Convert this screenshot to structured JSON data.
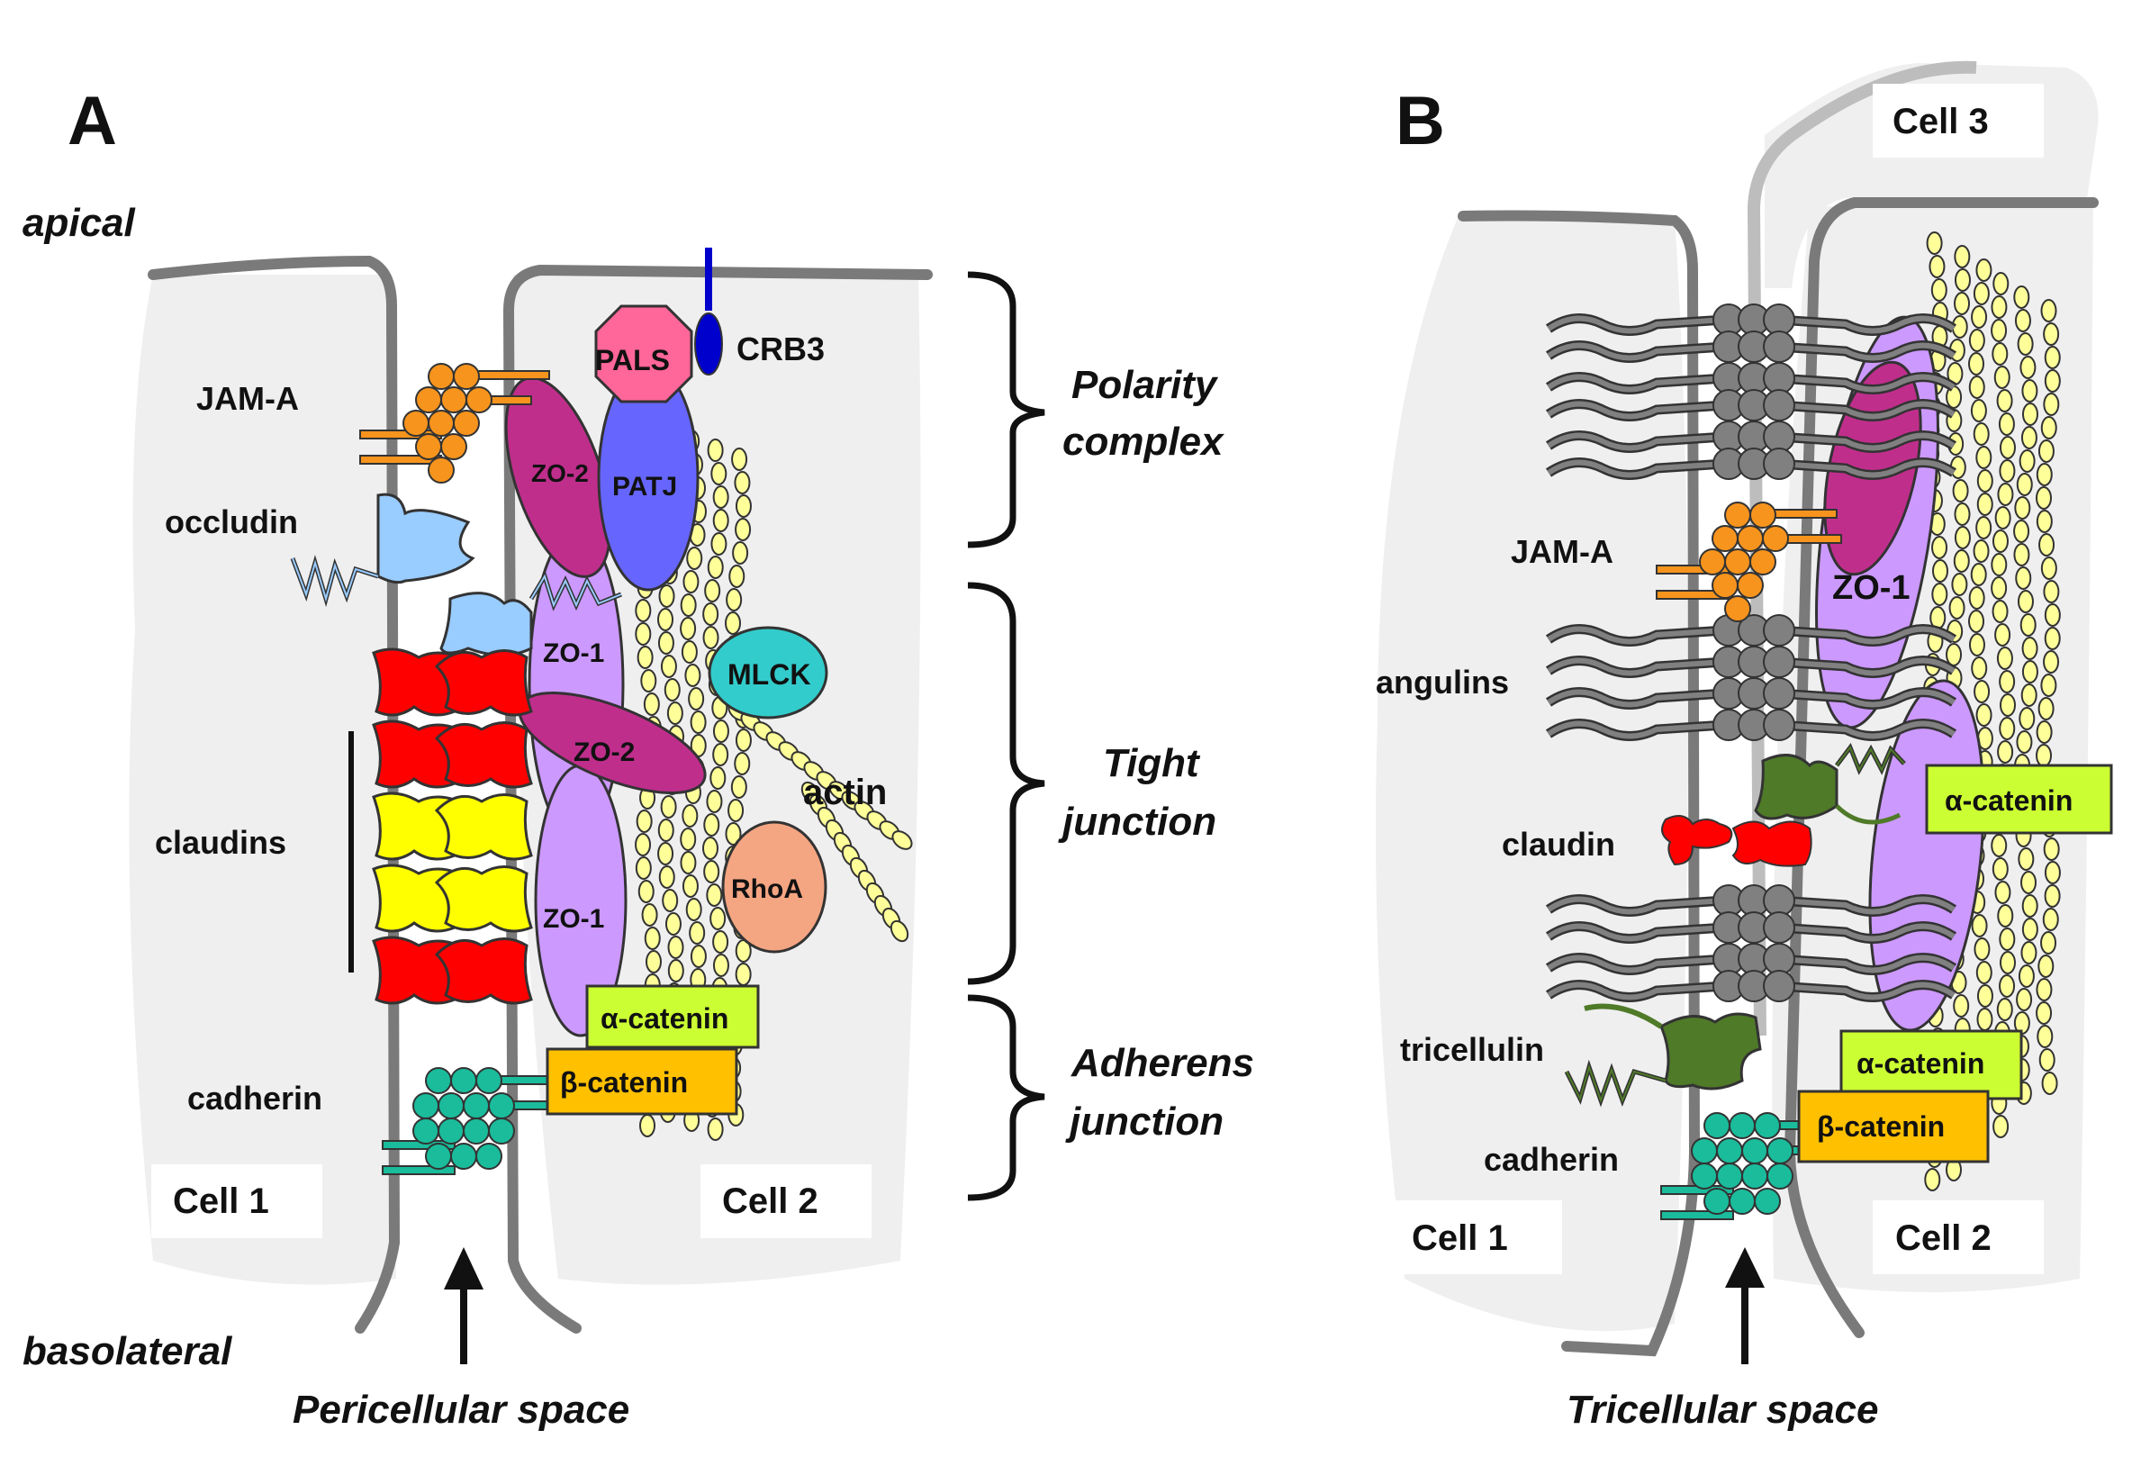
{
  "panelA": {
    "letter": "A",
    "apical": "apical",
    "basolateral": "basolateral",
    "cell1": "Cell 1",
    "cell2": "Cell 2",
    "space": "Pericellular space",
    "labels": {
      "jam": "JAM-A",
      "occludin": "occludin",
      "claudins": "claudins",
      "cadherin": "cadherin",
      "pals": "PALS",
      "patj": "PATJ",
      "crb3": "CRB3",
      "zo2a": "ZO-2",
      "zo2b": "ZO-2",
      "zo1a": "ZO-1",
      "zo1b": "ZO-1",
      "mlck": "MLCK",
      "rhoa": "RhoA",
      "actin": "actin",
      "acat": "α-catenin",
      "bcat": "β-catenin"
    },
    "brackets": {
      "polarity1": "Polarity",
      "polarity2": "complex",
      "tight1": "Tight",
      "tight2": "junction",
      "adherens1": "Adherens",
      "adherens2": "junction"
    }
  },
  "panelB": {
    "letter": "B",
    "cell1": "Cell 1",
    "cell2": "Cell 2",
    "cell3": "Cell 3",
    "space": "Tricellular space",
    "labels": {
      "jam": "JAM-A",
      "angulins": "angulins",
      "claudin": "claudin",
      "tricellulin": "tricellulin",
      "cadherin": "cadherin",
      "zo1": "ZO-1",
      "acat": "α-catenin",
      "bcat": "β-catenin"
    }
  },
  "colors": {
    "membrane": "#7a7a7a",
    "cytoplasm": "#efefef",
    "jam": "#f7941d",
    "cadherin": "#1abc9c",
    "claudin_red": "#ff0000",
    "claudin_yellow": "#ffff00",
    "occludin": "#99ccff",
    "zo1": "#cc99ff",
    "zo2": "#c02e8c",
    "patj": "#6666ff",
    "pals": "#ff6699",
    "crb3": "#0000cc",
    "mlck": "#33cccc",
    "rhoa": "#f4a582",
    "actin": "#ffff99",
    "alpha_catenin": "#ccff33",
    "beta_catenin": "#ffc000",
    "tricellulin": "#4f7a28",
    "angulin": "#808080"
  }
}
